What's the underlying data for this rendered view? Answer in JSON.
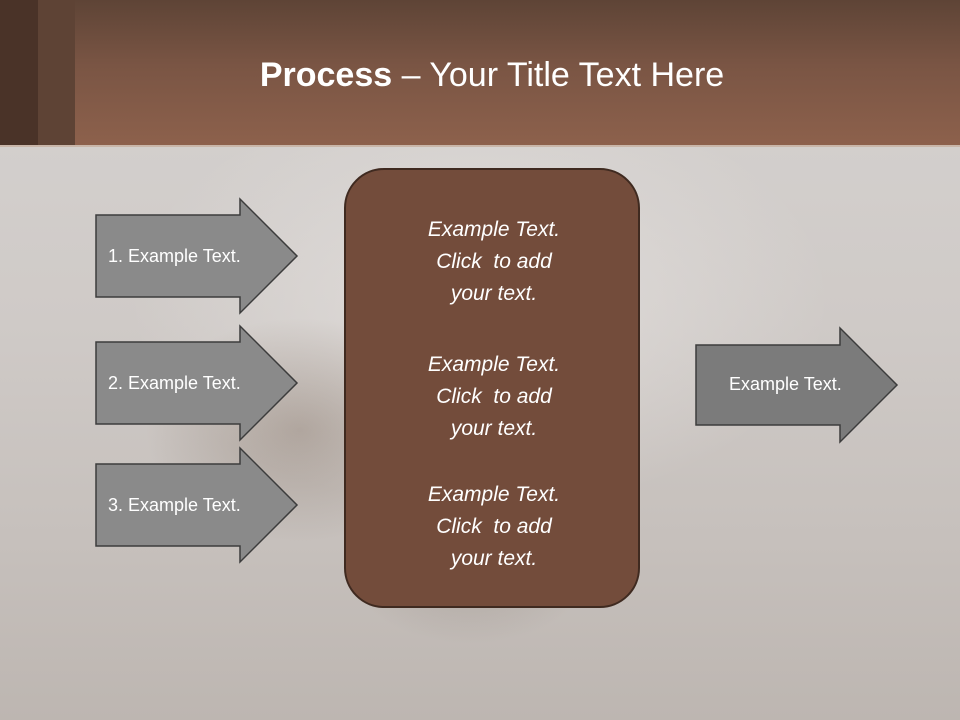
{
  "slide": {
    "title_bold": "Process",
    "title_rest": " – Your Title Text Here"
  },
  "inputs": [
    {
      "label": "1. Example Text."
    },
    {
      "label": "2. Example Text."
    },
    {
      "label": "3. Example Text."
    }
  ],
  "center_blocks": [
    {
      "line1": "Example Text.",
      "line2": "Click  to add",
      "line3": "your text."
    },
    {
      "line1": "Example Text.",
      "line2": "Click  to add",
      "line3": "your text."
    },
    {
      "line1": "Example Text.",
      "line2": "Click  to add",
      "line3": "your text."
    }
  ],
  "output": {
    "label": "Example Text."
  },
  "colors": {
    "header": "#8d614c",
    "center_box": "#734c3b",
    "arrow_fill": "#8a8a8a",
    "output_arrow_fill": "#7b7b7b"
  }
}
